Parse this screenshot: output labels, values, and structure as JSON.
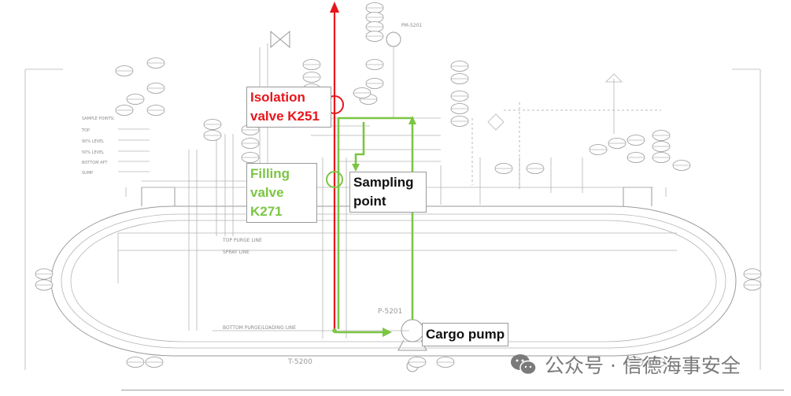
{
  "labels": {
    "isolation_valve": "Isolation valve K251",
    "filling_valve": "Filling valve K271",
    "sampling_point": "Sampling point",
    "cargo_pump": "Cargo pump"
  },
  "drawing": {
    "tank_id": "T-5200",
    "pump_id": "P-5201",
    "motor_id": "PM-5201",
    "top_purge_line": "TOP PURGE LINE",
    "spray_line": "SPRAY LINE",
    "bottom_purge_line": "BOTTOM PURGE/LOADING LINE",
    "sample_points": {
      "title": "SAMPLE POINTS:",
      "rows": [
        "TOP",
        "90% LEVEL",
        "50% LEVEL",
        "BOTTOM AFT",
        "SUMP"
      ]
    }
  },
  "watermark": {
    "text": "公众号 · 信德海事安全",
    "icon": "wechat-icon"
  },
  "colors": {
    "isolation_path": "#e8151b",
    "filling_path": "#7cc544",
    "drawing_lines": "#9a9a9a"
  }
}
